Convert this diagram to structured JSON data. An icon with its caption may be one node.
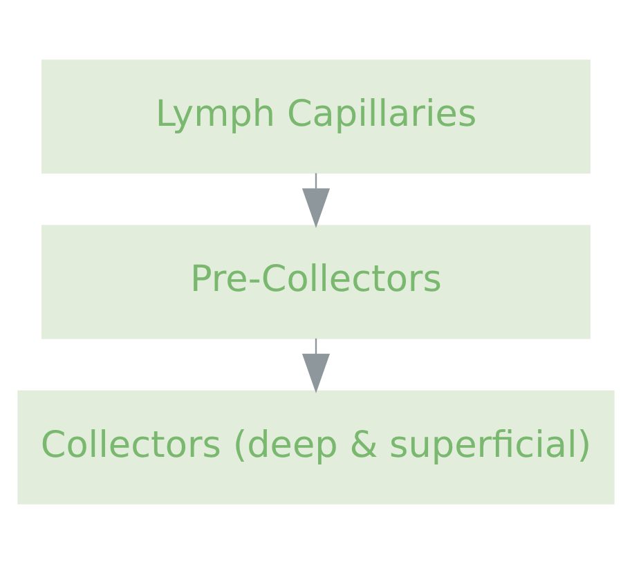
{
  "diagram": {
    "nodes": [
      {
        "text": [
          "Lymph Capillaries"
        ]
      },
      {
        "text": [
          "Pre-Collectors"
        ]
      },
      {
        "text": [
          "Collectors (deep & superficial)"
        ]
      }
    ],
    "edges": [
      {
        "from": 0,
        "to": 1,
        "arrow": "to"
      },
      {
        "from": 1,
        "to": 2,
        "arrow": "to"
      }
    ]
  }
}
